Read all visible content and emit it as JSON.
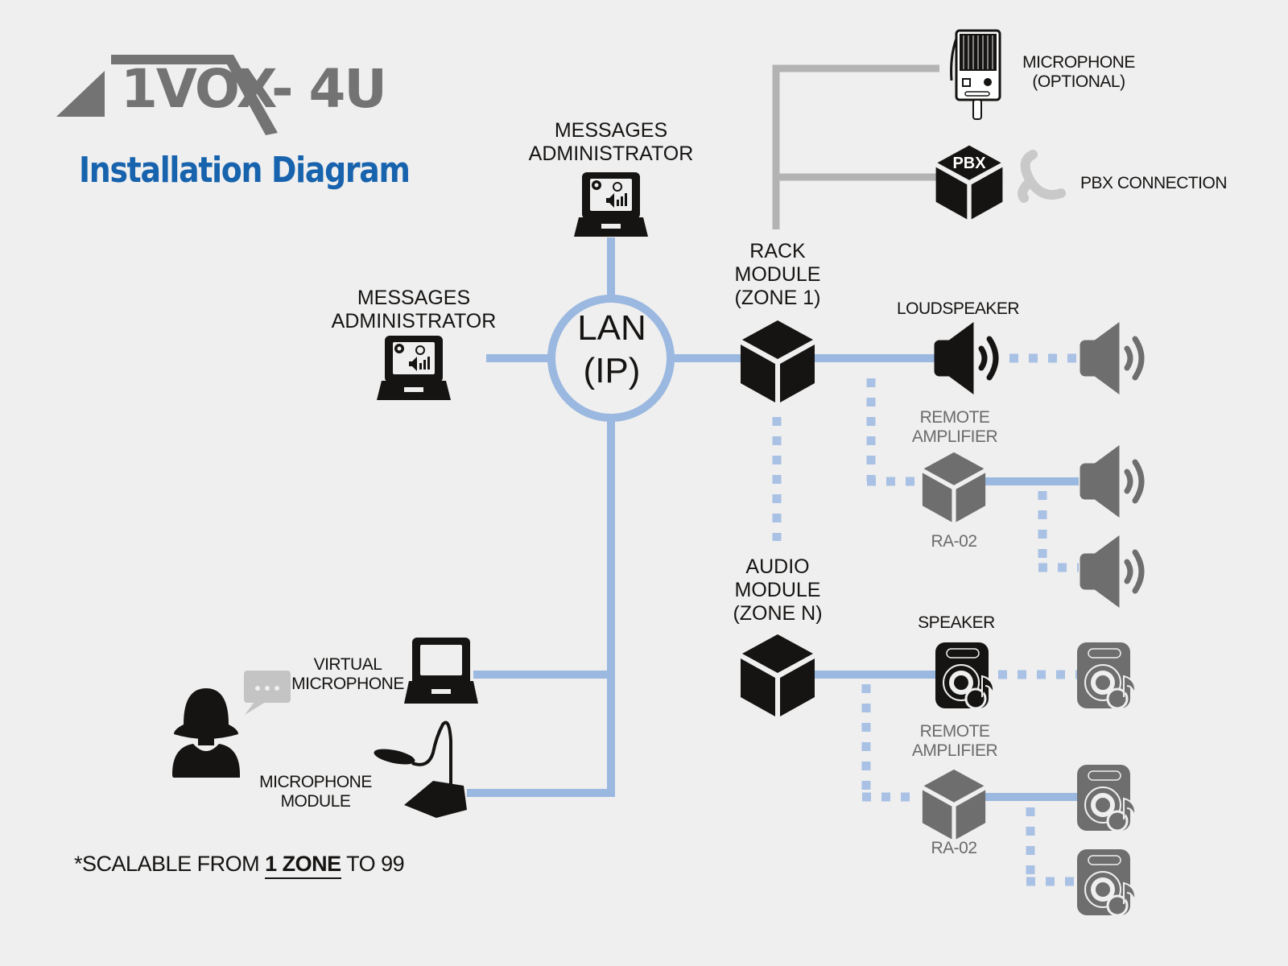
{
  "header": {
    "logo_text": "1VOX- 4U",
    "title": "Installation Diagram"
  },
  "colors": {
    "network_line": "#9bb8e0",
    "analog_line": "#b3b3b3",
    "title_blue": "#1763ad",
    "icon_dark": "#161412",
    "icon_gray": "#6e6e6e"
  },
  "hub": {
    "line1": "LAN",
    "line2": "(IP)"
  },
  "nodes": {
    "messages_admin_top": {
      "line1": "MESSAGES",
      "line2": "ADMINISTRATOR",
      "icon": "laptop-admin-icon"
    },
    "messages_admin_left": {
      "line1": "MESSAGES",
      "line2": "ADMINISTRATOR",
      "icon": "laptop-admin-icon"
    },
    "microphone_optional": {
      "line1": "MICROPHONE",
      "line2": "(OPTIONAL)",
      "icon": "handheld-microphone-icon"
    },
    "pbx": {
      "badge": "PBX",
      "label": "PBX CONNECTION",
      "icon": "phone-handset-icon"
    },
    "rack_module": {
      "line1": "RACK",
      "line2": "MODULE",
      "line3": "(ZONE 1)",
      "icon": "cube-icon"
    },
    "audio_module": {
      "line1": "AUDIO",
      "line2": "MODULE",
      "line3": "(ZONE N)",
      "icon": "cube-icon"
    },
    "loudspeaker": {
      "label": "LOUDSPEAKER",
      "icon": "loudspeaker-icon"
    },
    "speaker": {
      "label": "SPEAKER",
      "icon": "speaker-box-icon"
    },
    "remote_amp_1": {
      "line1": "REMOTE",
      "line2": "AMPLIFIER",
      "model": "RA-02"
    },
    "remote_amp_2": {
      "line1": "REMOTE",
      "line2": "AMPLIFIER",
      "model": "RA-02"
    },
    "virtual_microphone": {
      "line1": "VIRTUAL",
      "line2": "MICROPHONE",
      "icon": "laptop-icon"
    },
    "microphone_module": {
      "line1": "MICROPHONE",
      "line2": "MODULE",
      "icon": "desk-microphone-icon"
    },
    "user": {
      "icon": "user-speaking-icon"
    }
  },
  "footer": {
    "prefix": "*SCALABLE FROM ",
    "emphasis": "1 ZONE",
    "suffix": " TO 99"
  }
}
